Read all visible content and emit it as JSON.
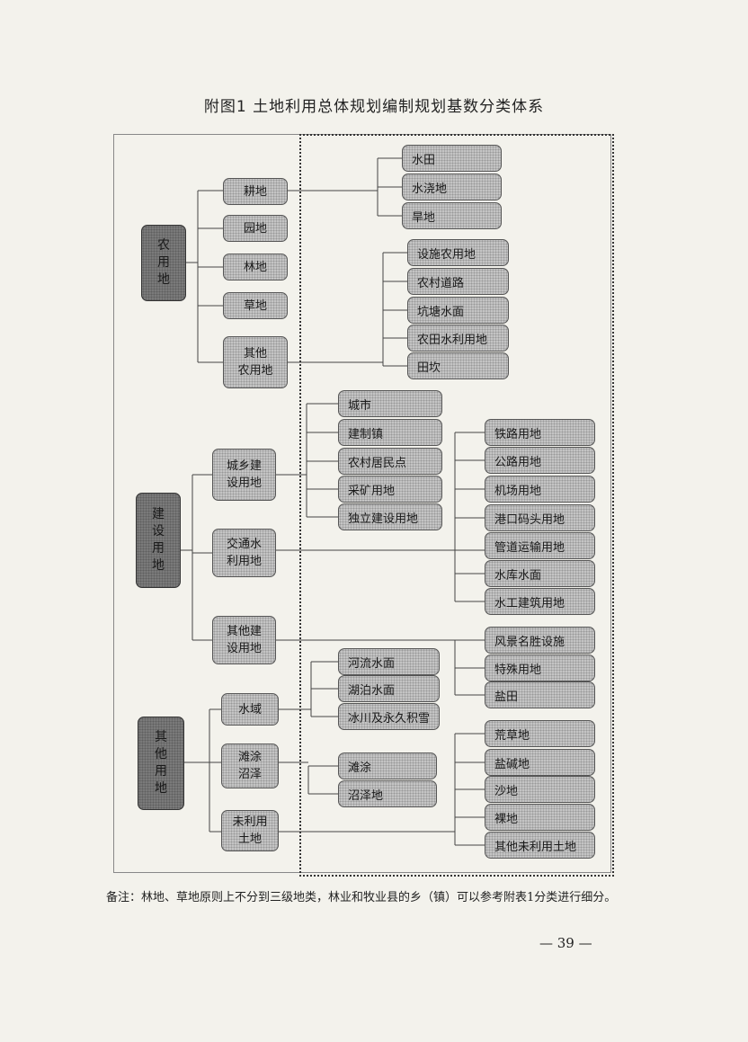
{
  "title": "附图1  土地利用总体规划编制规划基数分类体系",
  "level1": {
    "agri": "农\n用\n地",
    "build": "建\n设\n用\n地",
    "other": "其\n他\n用\n地"
  },
  "level2": {
    "gengdi": "耕地",
    "yuandi": "园地",
    "lindi": "林地",
    "caodi": "草地",
    "qita_nong": "其他\n农用地",
    "chengxiang": "城乡建\n设用地",
    "jiaotong": "交通水\n利用地",
    "qita_jian": "其他建\n设用地",
    "shuiyu": "水域",
    "tantu": "滩涂\n沼泽",
    "weili": "未利用\n土地"
  },
  "level3": {
    "gengdi": [
      "水田",
      "水浇地",
      "旱地"
    ],
    "qita_nong": [
      "设施农用地",
      "农村道路",
      "坑塘水面",
      "农田水利用地",
      "田坎"
    ],
    "chengxiang": [
      "城市",
      "建制镇",
      "农村居民点",
      "采矿用地",
      "独立建设用地"
    ],
    "jiaotong": [
      "铁路用地",
      "公路用地",
      "机场用地",
      "港口码头用地",
      "管道运输用地",
      "水库水面",
      "水工建筑用地"
    ],
    "qita_jian": [
      "风景名胜设施",
      "特殊用地",
      "盐田"
    ],
    "shuiyu": [
      "河流水面",
      "湖泊水面",
      "冰川及永久积雪"
    ],
    "tantu": [
      "滩涂",
      "沼泽地"
    ],
    "weili": [
      "荒草地",
      "盐碱地",
      "沙地",
      "裸地",
      "其他未利用土地"
    ]
  },
  "note": "备注：林地、草地原则上不分到三级地类，林业和牧业县的乡（镇）可以参考附表1分类进行细分。",
  "page_number": "—  39  —"
}
